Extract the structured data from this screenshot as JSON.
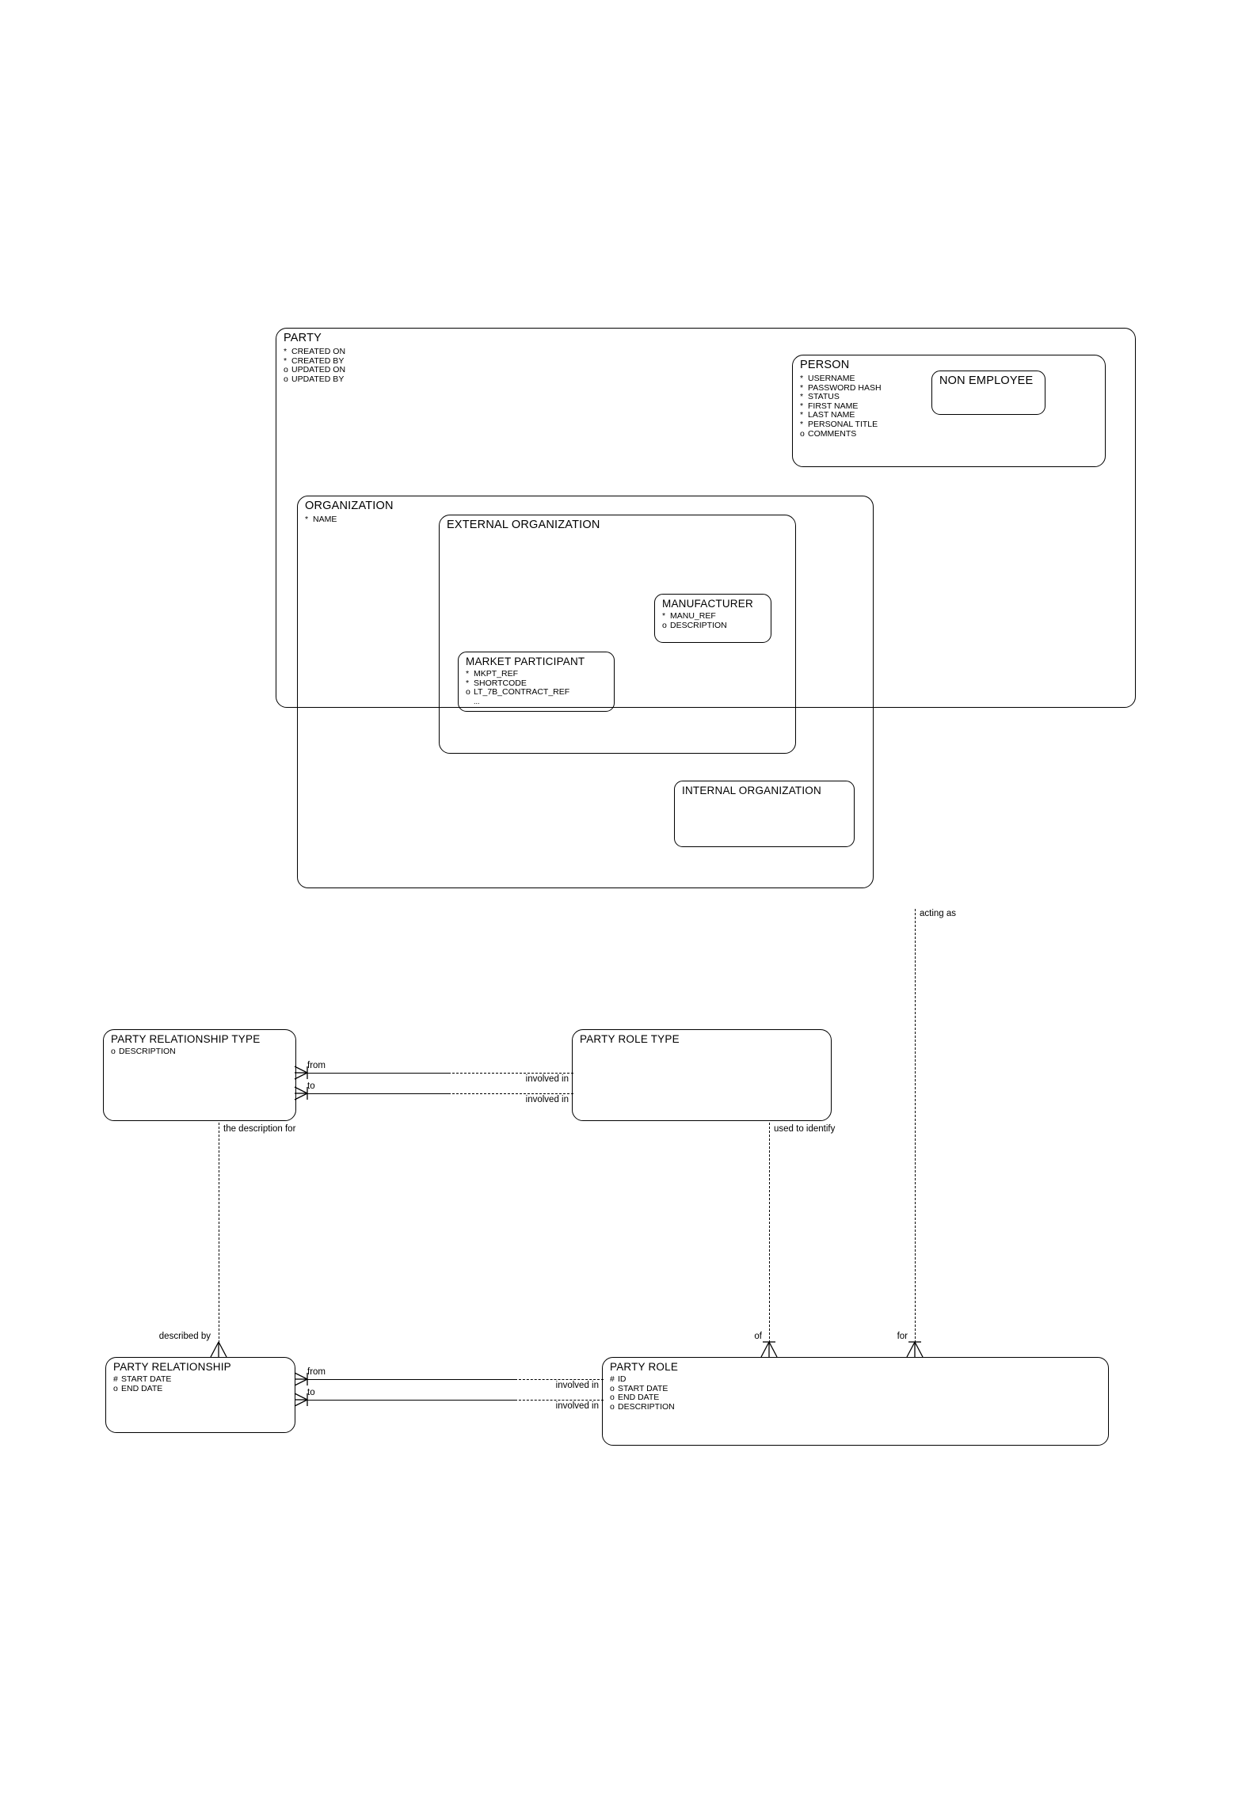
{
  "diagram": {
    "title": "PARTY",
    "notation": "barker-erd",
    "line_color": "#000000",
    "background": "#ffffff"
  },
  "entities": {
    "party": {
      "name": "PARTY",
      "attributes": [
        {
          "marker": "*",
          "label": "CREATED ON"
        },
        {
          "marker": "*",
          "label": "CREATED BY"
        },
        {
          "marker": "o",
          "label": "UPDATED ON"
        },
        {
          "marker": "o",
          "label": "UPDATED BY"
        }
      ]
    },
    "person": {
      "name": "PERSON",
      "attributes": [
        {
          "marker": "*",
          "label": "USERNAME"
        },
        {
          "marker": "*",
          "label": "PASSWORD HASH"
        },
        {
          "marker": "*",
          "label": "STATUS"
        },
        {
          "marker": "*",
          "label": "FIRST NAME"
        },
        {
          "marker": "*",
          "label": "LAST NAME"
        },
        {
          "marker": "*",
          "label": "PERSONAL TITLE"
        },
        {
          "marker": "o",
          "label": "COMMENTS"
        }
      ]
    },
    "non_employee": {
      "name": "NON EMPLOYEE",
      "attributes": []
    },
    "organization": {
      "name": "ORGANIZATION",
      "attributes": [
        {
          "marker": "*",
          "label": "NAME"
        }
      ]
    },
    "external_organization": {
      "name": "EXTERNAL ORGANIZATION",
      "attributes": []
    },
    "manufacturer": {
      "name": "MANUFACTURER",
      "attributes": [
        {
          "marker": "*",
          "label": "MANU_REF"
        },
        {
          "marker": "o",
          "label": "DESCRIPTION"
        }
      ]
    },
    "market_participant": {
      "name": "MARKET PARTICIPANT",
      "attributes": [
        {
          "marker": "*",
          "label": "MKPT_REF"
        },
        {
          "marker": "*",
          "label": "SHORTCODE"
        },
        {
          "marker": "o",
          "label": "LT_7B_CONTRACT_REF"
        },
        {
          "marker": "",
          "label": "..."
        }
      ]
    },
    "internal_organization": {
      "name": "INTERNAL ORGANIZATION",
      "attributes": []
    },
    "party_relationship_type": {
      "name": "PARTY RELATIONSHIP TYPE",
      "attributes": [
        {
          "marker": "o",
          "label": "DESCRIPTION"
        }
      ]
    },
    "party_role_type": {
      "name": "PARTY ROLE TYPE",
      "attributes": []
    },
    "party_relationship": {
      "name": "PARTY RELATIONSHIP",
      "attributes": [
        {
          "marker": "#",
          "label": "START DATE"
        },
        {
          "marker": "o",
          "label": "END DATE"
        }
      ]
    },
    "party_role": {
      "name": "PARTY ROLE",
      "attributes": [
        {
          "marker": "#",
          "label": "ID"
        },
        {
          "marker": "o",
          "label": "START DATE"
        },
        {
          "marker": "o",
          "label": "END DATE"
        },
        {
          "marker": "o",
          "label": "DESCRIPTION"
        }
      ]
    }
  },
  "relationship_labels": {
    "acting_as": "acting as",
    "prt_from": "from",
    "prt_to": "to",
    "prt_involved_in_1": "involved in",
    "prt_involved_in_2": "involved in",
    "the_description_for": "the description for",
    "used_to_identify": "used to identify",
    "described_by": "described by",
    "pr_from": "from",
    "pr_to": "to",
    "pr_involved_in_1": "involved in",
    "pr_involved_in_2": "involved in",
    "of": "of",
    "for": "for"
  }
}
